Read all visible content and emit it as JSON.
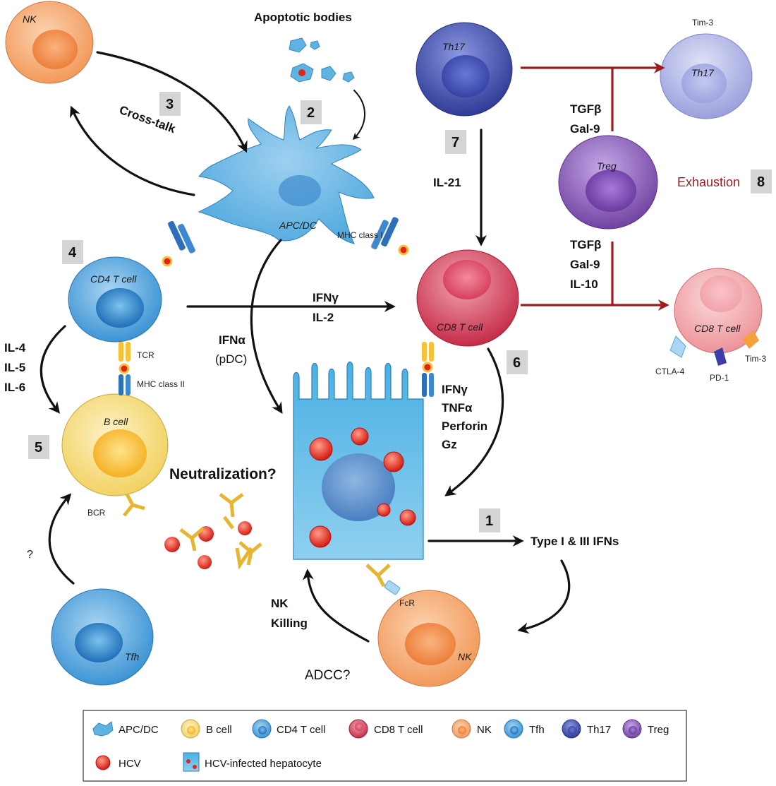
{
  "labels": {
    "apoptotic_bodies": "Apoptotic bodies",
    "cross_talk": "Cross-talk",
    "exhaustion": "Exhaustion",
    "ifng_il2_1": "IFNγ",
    "ifng_il2_2": "IL-2",
    "ifna_1": "IFNα",
    "ifna_2": "(pDC)",
    "il_list": [
      "IL-4",
      "IL-5",
      "IL-6"
    ],
    "il21": "IL-21",
    "tgfb_top": [
      "TGFβ",
      "Gal-9"
    ],
    "tgfb_bottom": [
      "TGFβ",
      "Gal-9",
      "IL-10"
    ],
    "cd8_effectors": [
      "IFNγ",
      "TNFα",
      "Perforin",
      "Gz"
    ],
    "type_ifns": "Type I & III IFNs",
    "neutralization": "Neutralization?",
    "nk_killing": [
      "NK",
      "Killing"
    ],
    "adcc": "ADCC?",
    "question": "?",
    "mhc_class_i": "MHC class I",
    "mhc_class_ii": "MHC class II",
    "tcr": "TCR",
    "bcr": "BCR",
    "fcr": "FcR",
    "tim3_top": "Tim-3",
    "tim3_cd8": "Tim-3",
    "ctla4": "CTLA-4",
    "pd1": "PD-1"
  },
  "cells": {
    "nk_top": "NK",
    "apc": "APC/DC",
    "th17_left": "Th17",
    "th17_right": "Th17",
    "treg": "Treg",
    "cd4": "CD4 T cell",
    "cd8": "CD8 T cell",
    "cd8_exhausted": "CD8 T cell",
    "bcell": "B cell",
    "tfh": "Tfh",
    "nk_bottom": "NK"
  },
  "steps": [
    "1",
    "2",
    "3",
    "4",
    "5",
    "6",
    "7",
    "8"
  ],
  "legend": {
    "items": [
      "APC/DC",
      "B cell",
      "CD4 T cell",
      "CD8 T cell",
      "NK",
      "Tfh",
      "Th17",
      "Treg"
    ],
    "hcv": "HCV",
    "hepatocyte": "HCV-infected hepatocyte"
  },
  "colors": {
    "nk": "#f5a066",
    "apc": "#5fb3e0",
    "cd4": "#4a9fdc",
    "cd8": "#d23a55",
    "bcell": "#f7d96b",
    "th17": "#3b4aa6",
    "th17_exhausted": "#9aa0dc",
    "treg": "#7a4aa8",
    "cd8_exhausted": "#ef9a9e",
    "hcv": "#e0261c",
    "hepatocyte": "#5ab8e6",
    "exhaustion_arrow": "#9b1c1c"
  }
}
